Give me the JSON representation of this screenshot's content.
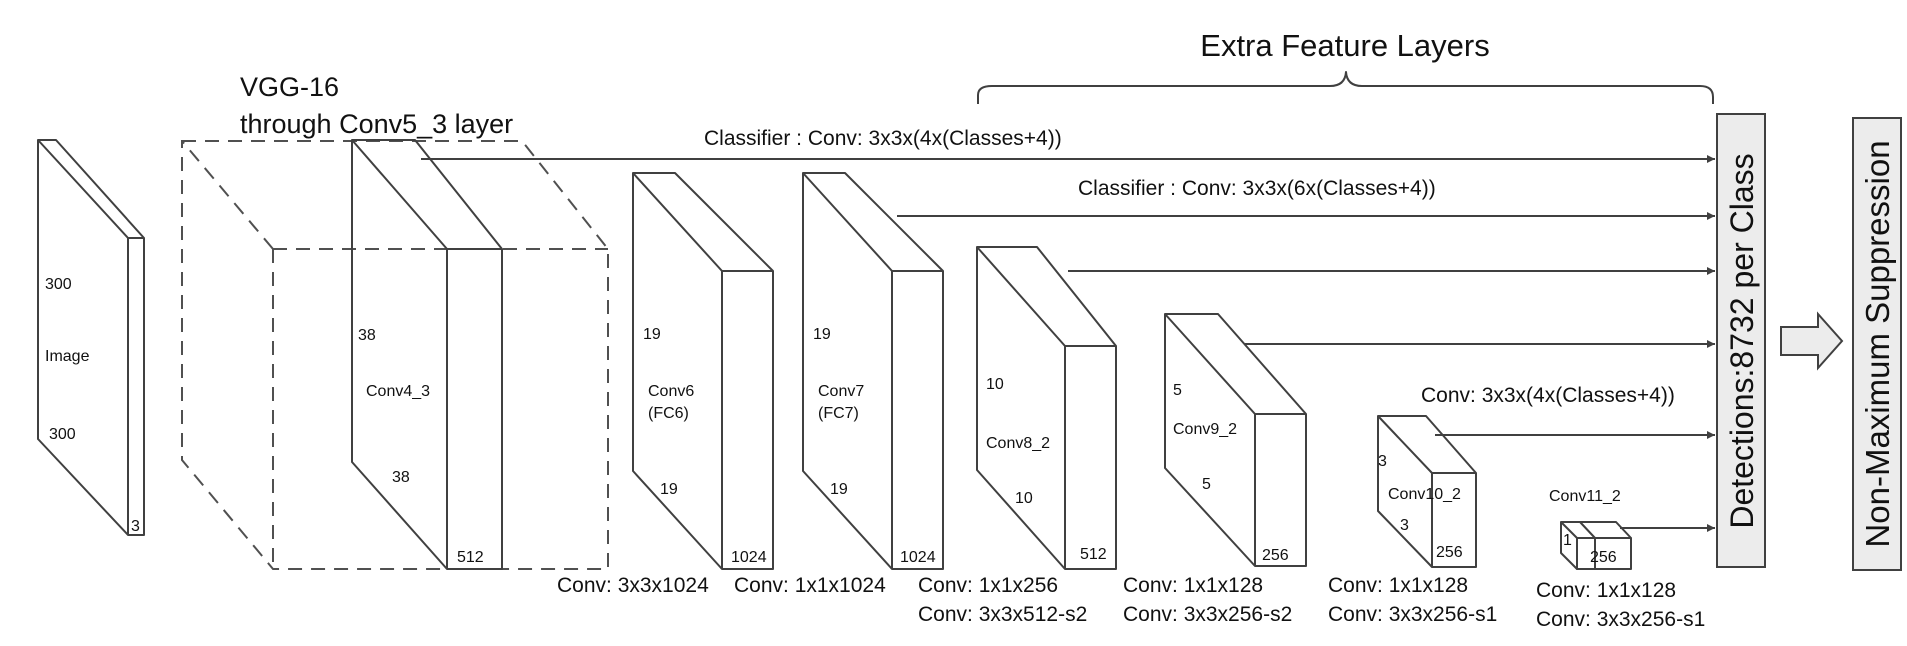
{
  "extra_feature_title": "Extra Feature Layers",
  "vgg": {
    "line1": "VGG-16",
    "line2": "through Conv5_3 layer"
  },
  "classifiers": {
    "c1": "Classifier : Conv: 3x3x(4x(Classes+4))",
    "c2": "Classifier : Conv: 3x3x(6x(Classes+4))",
    "c3": "Conv: 3x3x(4x(Classes+4))"
  },
  "detections_label": "Detections:8732  per Class",
  "nms_label": "Non-Maximum Suppression",
  "image_block": {
    "top": "300",
    "name": "Image",
    "bottom": "300",
    "depth": "3"
  },
  "conv4_3": {
    "top": "38",
    "name": "Conv4_3",
    "bottom": "38",
    "depth": "512"
  },
  "conv6": {
    "top": "19",
    "name1": "Conv6",
    "name2": "(FC6)",
    "bottom": "19",
    "depth": "1024"
  },
  "conv7": {
    "top": "19",
    "name1": "Conv7",
    "name2": "(FC7)",
    "bottom": "19",
    "depth": "1024"
  },
  "conv8_2": {
    "top": "10",
    "name": "Conv8_2",
    "bottom": "10",
    "depth": "512"
  },
  "conv9_2": {
    "top": "5",
    "name": "Conv9_2",
    "bottom": "5",
    "depth": "256"
  },
  "conv10_2": {
    "top": "3",
    "name": "Conv10_2",
    "bottom": "3",
    "depth": "256"
  },
  "conv11_2": {
    "top": "1",
    "name": "Conv11_2",
    "depth": "256"
  },
  "bottom_labels": {
    "b1": "Conv: 3x3x1024",
    "b2": "Conv: 1x1x1024",
    "b3a": "Conv: 1x1x256",
    "b3b": "Conv:  3x3x512-s2",
    "b4a": "Conv: 1x1x128",
    "b4b": "Conv: 3x3x256-s2",
    "b5a": "Conv: 1x1x128",
    "b5b": "Conv: 3x3x256-s1",
    "b6a": "Conv: 1x1x128",
    "b6b": "Conv: 3x3x256-s1"
  }
}
